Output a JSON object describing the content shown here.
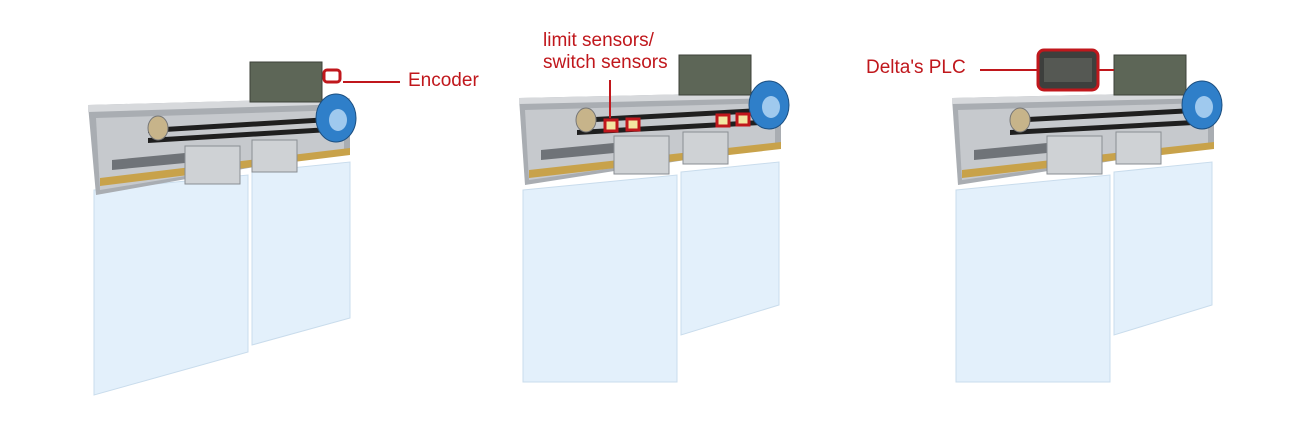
{
  "colors": {
    "accent": "#c0171c",
    "glass": "#dcecf9",
    "metal": "#b9bcc0",
    "rail_gold": "#c8a24a",
    "motor_blue": "#2f7fc9"
  },
  "panels": [
    {
      "id": "encoder",
      "label": "Encoder",
      "highlight": "encoder"
    },
    {
      "id": "sensors",
      "label": "limit sensors/\nswitch sensors",
      "highlight": "limit-switch-sensors"
    },
    {
      "id": "plc",
      "label": "Delta's PLC",
      "highlight": "plc-module"
    }
  ]
}
